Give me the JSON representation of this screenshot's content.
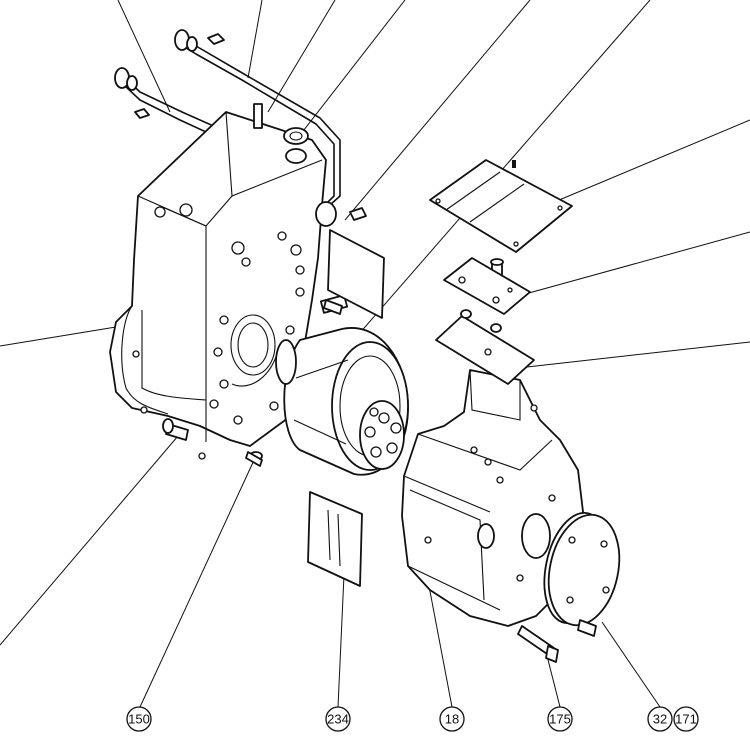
{
  "callouts": [
    {
      "id": "c150",
      "label": "150"
    },
    {
      "id": "c234",
      "label": "234"
    },
    {
      "id": "c18",
      "label": "18"
    },
    {
      "id": "c175",
      "label": "175"
    },
    {
      "id": "c32",
      "label": "32"
    },
    {
      "id": "c171",
      "label": "171"
    }
  ]
}
